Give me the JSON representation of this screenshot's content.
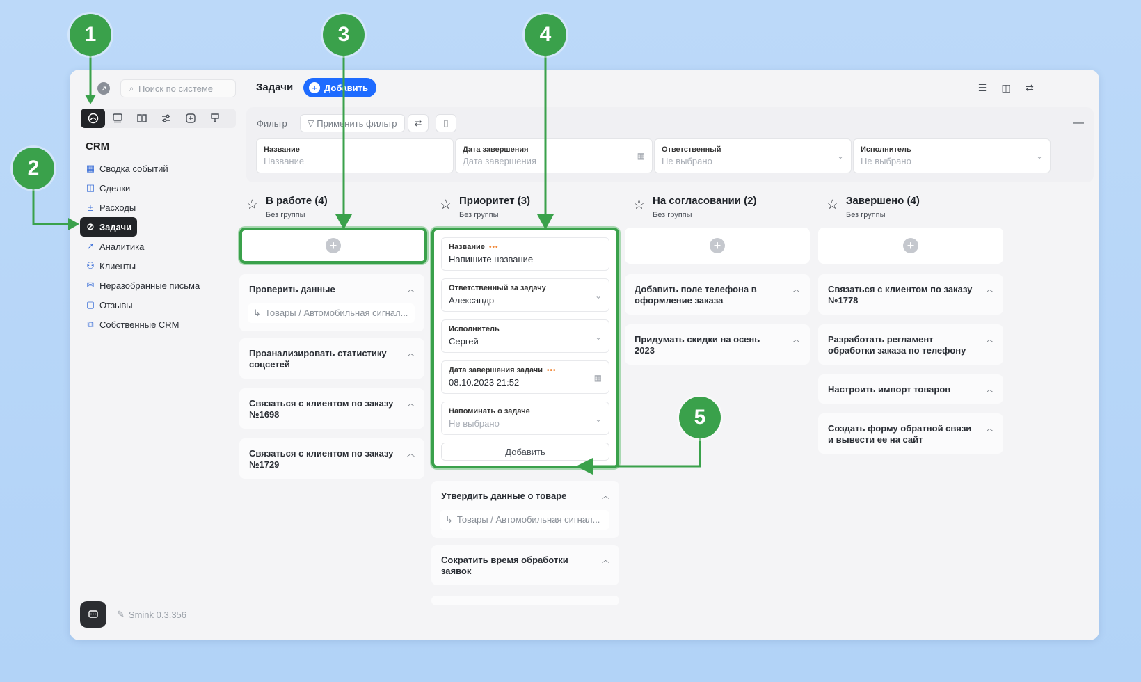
{
  "sidebar": {
    "search_placeholder": "Поиск по системе",
    "section_title": "CRM",
    "tools": [
      "dashboard-icon",
      "gallery-icon",
      "book-icon",
      "sliders-icon",
      "plus-square-icon",
      "brush-icon"
    ],
    "nav": [
      {
        "label": "Сводка событий",
        "icon": "grid-icon"
      },
      {
        "label": "Сделки",
        "icon": "columns-icon"
      },
      {
        "label": "Расходы",
        "icon": "plus-minus-icon"
      },
      {
        "label": "Задачи",
        "icon": "check-circle-icon",
        "active": true
      },
      {
        "label": "Аналитика",
        "icon": "trend-icon"
      },
      {
        "label": "Клиенты",
        "icon": "user-icon"
      },
      {
        "label": "Неразобранные письма",
        "icon": "mail-icon"
      },
      {
        "label": "Отзывы",
        "icon": "chat-icon"
      },
      {
        "label": "Собственные CRM",
        "icon": "copy-icon"
      }
    ],
    "version": "Smink 0.3.356"
  },
  "header": {
    "title": "Задачи",
    "add_label": "Добавить"
  },
  "filter": {
    "label": "Фильтр",
    "apply_label": "Применить фильтр",
    "fields": [
      {
        "label": "Название",
        "placeholder": "Название"
      },
      {
        "label": "Дата завершения",
        "placeholder": "Дата завершения"
      },
      {
        "label": "Ответственный",
        "placeholder": "Не выбрано"
      },
      {
        "label": "Исполнитель",
        "placeholder": "Не выбрано"
      }
    ]
  },
  "columns": [
    {
      "title": "В работе (4)",
      "subtitle": "Без группы",
      "cards": [
        {
          "title": "Проверить данные",
          "sub": "Товары / Автомобильная сигнал..."
        },
        {
          "title": "Проанализировать статистику соцсетей"
        },
        {
          "title": "Связаться с клиентом по заказу №1698"
        },
        {
          "title": "Связаться с клиентом по заказу №1729"
        }
      ]
    },
    {
      "title": "Приоритет (3)",
      "subtitle": "Без группы",
      "form": {
        "name_label": "Название",
        "name_placeholder": "Напишите название",
        "responsible_label": "Ответственный за задачу",
        "responsible_value": "Александр",
        "executor_label": "Исполнитель",
        "executor_value": "Сергей",
        "due_label": "Дата завершения задачи",
        "due_value": "08.10.2023 21:52",
        "remind_label": "Напоминать о задаче",
        "remind_value": "Не выбрано",
        "submit_label": "Добавить",
        "required_mark": "•••"
      },
      "cards": [
        {
          "title": "Утвердить данные о товаре",
          "sub": "Товары / Автомобильная сигнал..."
        },
        {
          "title": "Сократить время обработки заявок"
        }
      ]
    },
    {
      "title": "На согласовании (2)",
      "subtitle": "Без группы",
      "cards": [
        {
          "title": "Добавить поле телефона в оформление заказа"
        },
        {
          "title": "Придумать скидки на осень 2023"
        }
      ]
    },
    {
      "title": "Завершено (4)",
      "subtitle": "Без группы",
      "cards": [
        {
          "title": "Связаться с клиентом по заказу №1778"
        },
        {
          "title": "Разработать регламент обработки заказа по телефону"
        },
        {
          "title": "Настроить импорт товаров"
        },
        {
          "title": "Создать форму обратной связи и вывести ее на сайт"
        }
      ]
    }
  ],
  "markers": [
    "1",
    "2",
    "3",
    "4",
    "5"
  ],
  "colors": {
    "accent": "#1e6bff",
    "marker_green": "#3aa14b",
    "dark": "#222428",
    "background": "#b8d7f8"
  }
}
